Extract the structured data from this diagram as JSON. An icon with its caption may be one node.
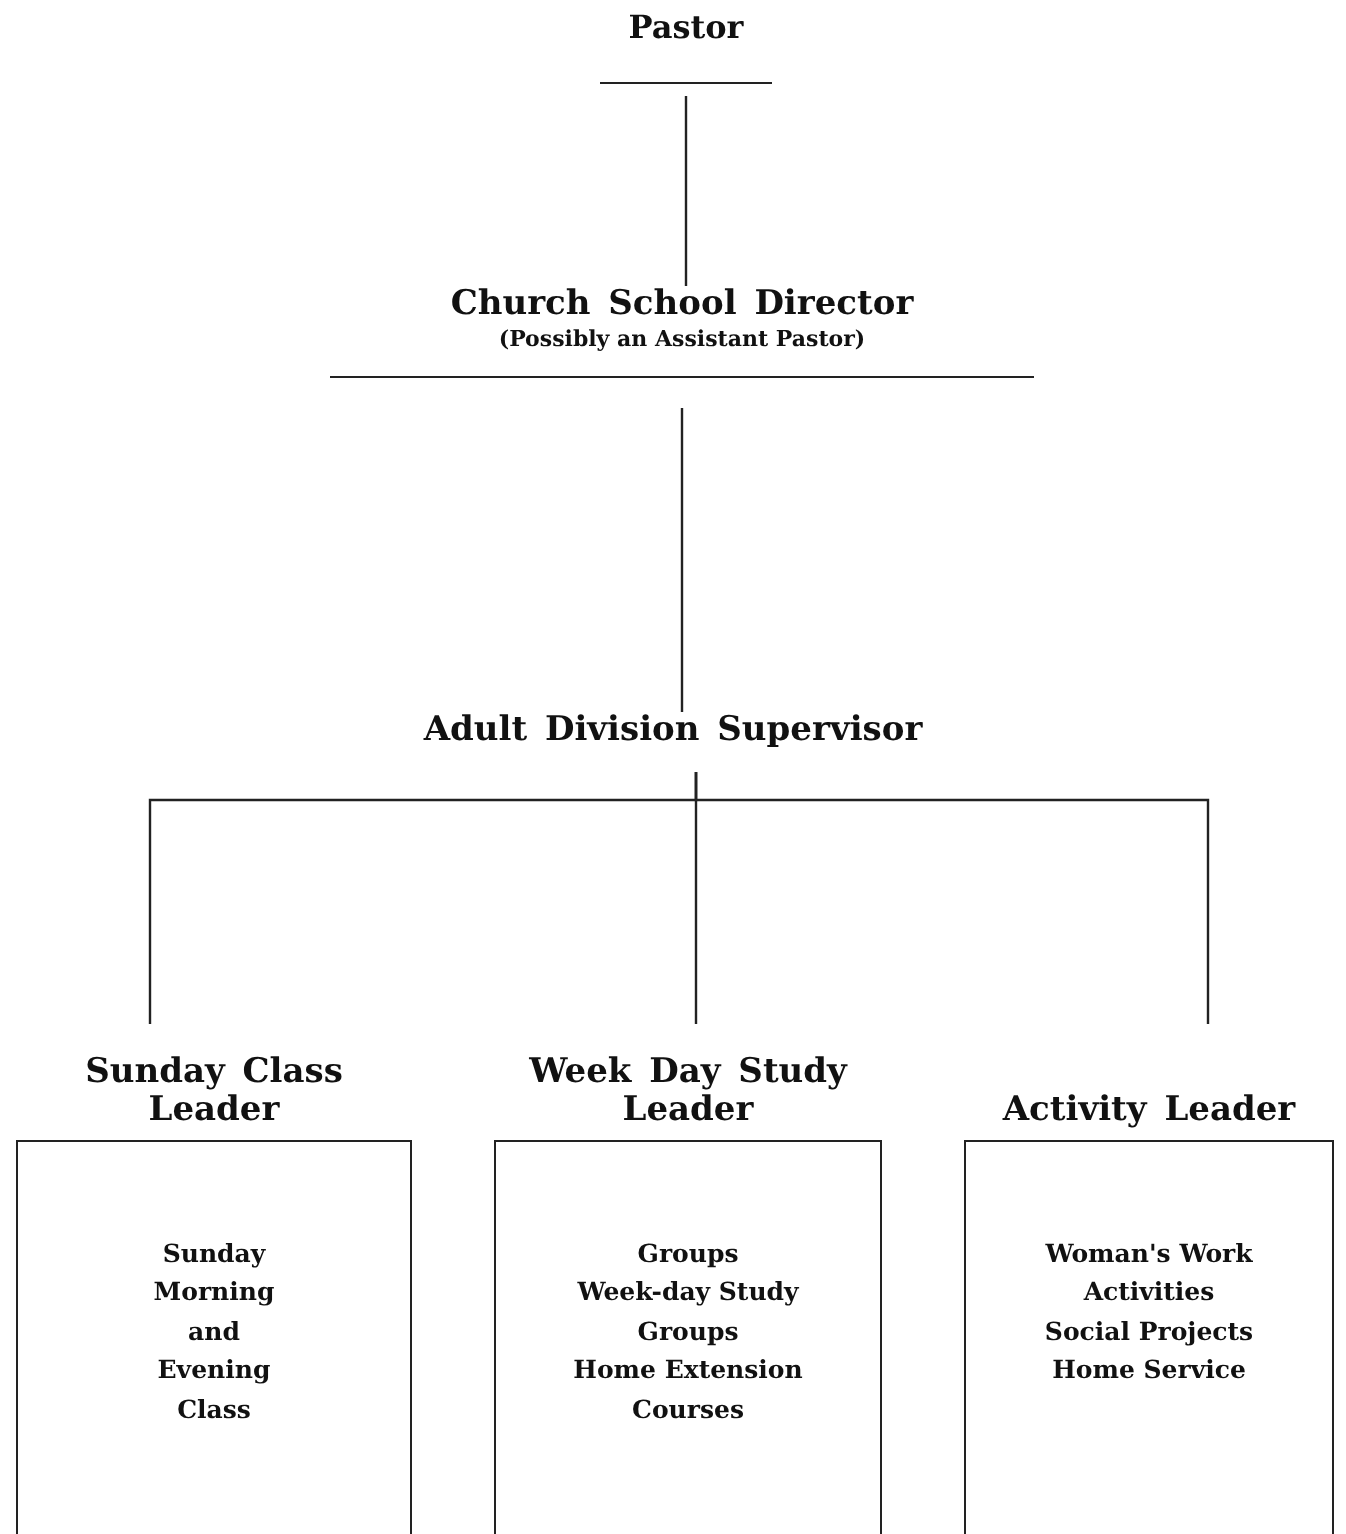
{
  "diagram": {
    "nodes": [
      {
        "text": [
          "Pastor"
        ]
      },
      {
        "text": [
          "Church School Director",
          "(Possibly an Assistant Pastor)"
        ]
      },
      {
        "text": [
          "Adult Division Supervisor"
        ]
      },
      {
        "text": [
          "Sunday Class Leader",
          "Sunday Morning and Evening Class"
        ]
      },
      {
        "text": [
          "Week Day Study Leader",
          "Groups",
          "Week-day Study Groups",
          "Home Extension Courses"
        ]
      },
      {
        "text": [
          "Activity Leader",
          "Woman's Work Activities",
          "Social Projects",
          "Home Service"
        ]
      }
    ],
    "edges": [
      {
        "from": 0,
        "to": 1,
        "arrow": "none"
      },
      {
        "from": 1,
        "to": 2,
        "arrow": "none"
      },
      {
        "from": 2,
        "to": 3,
        "arrow": "none"
      },
      {
        "from": 2,
        "to": 4,
        "arrow": "none"
      },
      {
        "from": 2,
        "to": 5,
        "arrow": "none"
      }
    ]
  }
}
